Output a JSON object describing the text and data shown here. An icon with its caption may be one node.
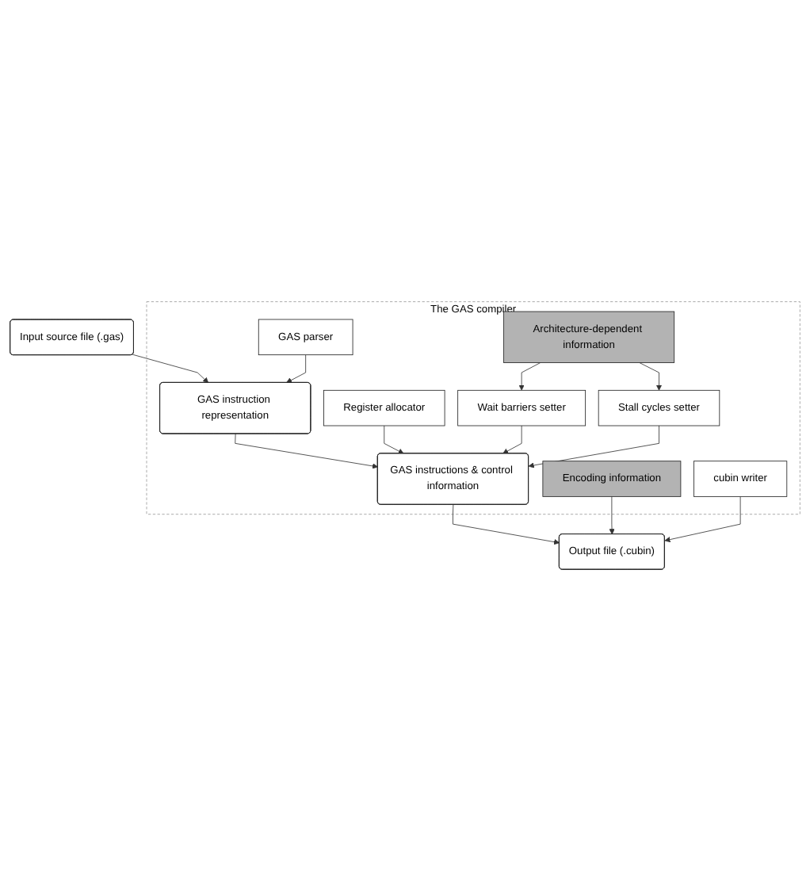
{
  "diagram": {
    "nodes": [
      {
        "text": [
          "Input source file (.gas)"
        ]
      },
      {
        "text": [
          "The GAS compiler"
        ]
      },
      {
        "text": [
          "GAS parser"
        ],
        "in": 1
      },
      {
        "text": [
          "GAS instruction representation"
        ],
        "in": 1
      },
      {
        "text": [
          "Register allocator"
        ],
        "in": 1
      },
      {
        "text": [
          "Wait barriers setter"
        ],
        "in": 1
      },
      {
        "text": [
          "Architecture-dependent information"
        ],
        "in": 1
      },
      {
        "text": [
          "Stall cycles setter"
        ],
        "in": 1
      },
      {
        "text": [
          "GAS instructions & control information"
        ],
        "in": 1
      },
      {
        "text": [
          "Encoding information"
        ],
        "in": 1
      },
      {
        "text": [
          "cubin writer"
        ],
        "in": 1
      },
      {
        "text": [
          "Output file (.cubin)"
        ]
      }
    ],
    "edges": [
      {
        "from": 0,
        "to": 3,
        "arrow": "to"
      },
      {
        "from": 2,
        "to": 3,
        "arrow": "to"
      },
      {
        "from": 3,
        "to": 8,
        "arrow": "to"
      },
      {
        "from": 4,
        "to": 8,
        "arrow": "to"
      },
      {
        "from": 6,
        "to": 5,
        "arrow": "to"
      },
      {
        "from": 5,
        "to": 8,
        "arrow": "to"
      },
      {
        "from": 6,
        "to": 7,
        "arrow": "to"
      },
      {
        "from": 7,
        "to": 8,
        "arrow": "to"
      },
      {
        "from": 8,
        "to": 11,
        "arrow": "to"
      },
      {
        "from": 9,
        "to": 11,
        "arrow": "to"
      },
      {
        "from": 10,
        "to": 11,
        "arrow": "to"
      }
    ]
  }
}
